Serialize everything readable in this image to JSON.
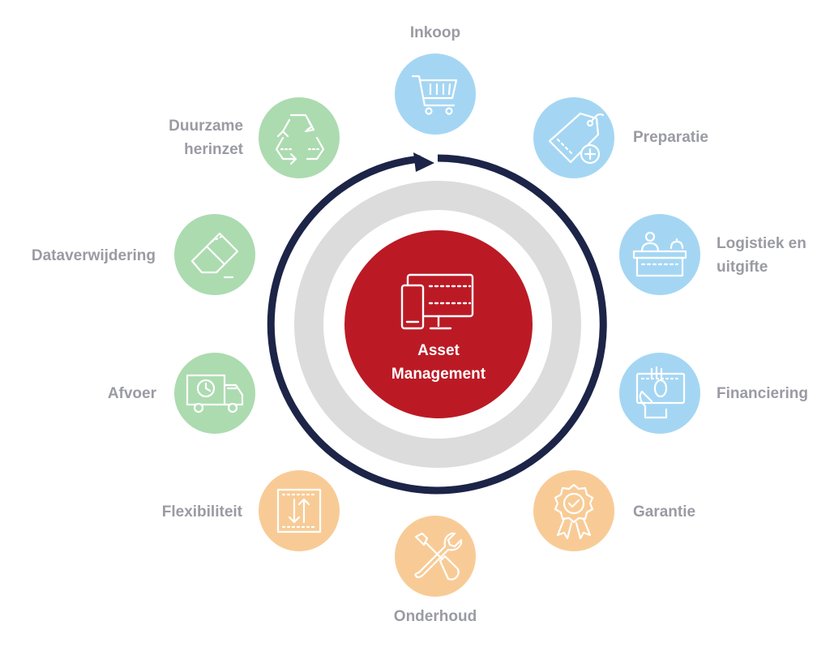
{
  "center": {
    "title_line1": "Asset",
    "title_line2": "Management"
  },
  "steps": [
    {
      "id": "inkoop",
      "lines": [
        "Inkoop"
      ],
      "icon": "shopping-cart-icon",
      "color": "#a4d6f3"
    },
    {
      "id": "preparatie",
      "lines": [
        "Preparatie"
      ],
      "icon": "price-tag-plus-icon",
      "color": "#a4d6f3"
    },
    {
      "id": "logistiek",
      "lines": [
        "Logistiek en",
        "uitgifte"
      ],
      "icon": "service-desk-icon",
      "color": "#a4d6f3"
    },
    {
      "id": "financiering",
      "lines": [
        "Financiering"
      ],
      "icon": "hand-money-icon",
      "color": "#a4d6f3"
    },
    {
      "id": "garantie",
      "lines": [
        "Garantie"
      ],
      "icon": "certificate-badge-icon",
      "color": "#f8cb96"
    },
    {
      "id": "onderhoud",
      "lines": [
        "Onderhoud"
      ],
      "icon": "wrench-screwdriver-icon",
      "color": "#f8cb96"
    },
    {
      "id": "flexibiliteit",
      "lines": [
        "Flexibiliteit"
      ],
      "icon": "up-down-arrows-icon",
      "color": "#f8cb96"
    },
    {
      "id": "afvoer",
      "lines": [
        "Afvoer"
      ],
      "icon": "delivery-truck-icon",
      "color": "#acdbb0"
    },
    {
      "id": "dataverwijdering",
      "lines": [
        "Dataverwijdering"
      ],
      "icon": "eraser-icon",
      "color": "#acdbb0"
    },
    {
      "id": "duurzame",
      "lines": [
        "Duurzame",
        "herinzet"
      ],
      "icon": "recycle-icon",
      "color": "#acdbb0"
    }
  ],
  "colors": {
    "cycle_arrow": "#1c2447",
    "outer_ring": "#dcdcdc",
    "core": "#bb1a25",
    "label_text": "#9a9ba3"
  }
}
